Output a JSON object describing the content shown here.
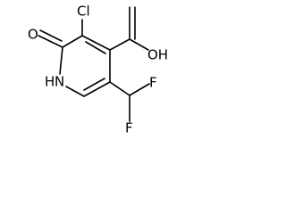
{
  "molecule": {
    "atoms": {
      "cl": "Cl",
      "o_ketone": "O",
      "oh": "OH",
      "nh": "H",
      "n": "N",
      "f_top": "F",
      "f_bottom": "F"
    }
  }
}
